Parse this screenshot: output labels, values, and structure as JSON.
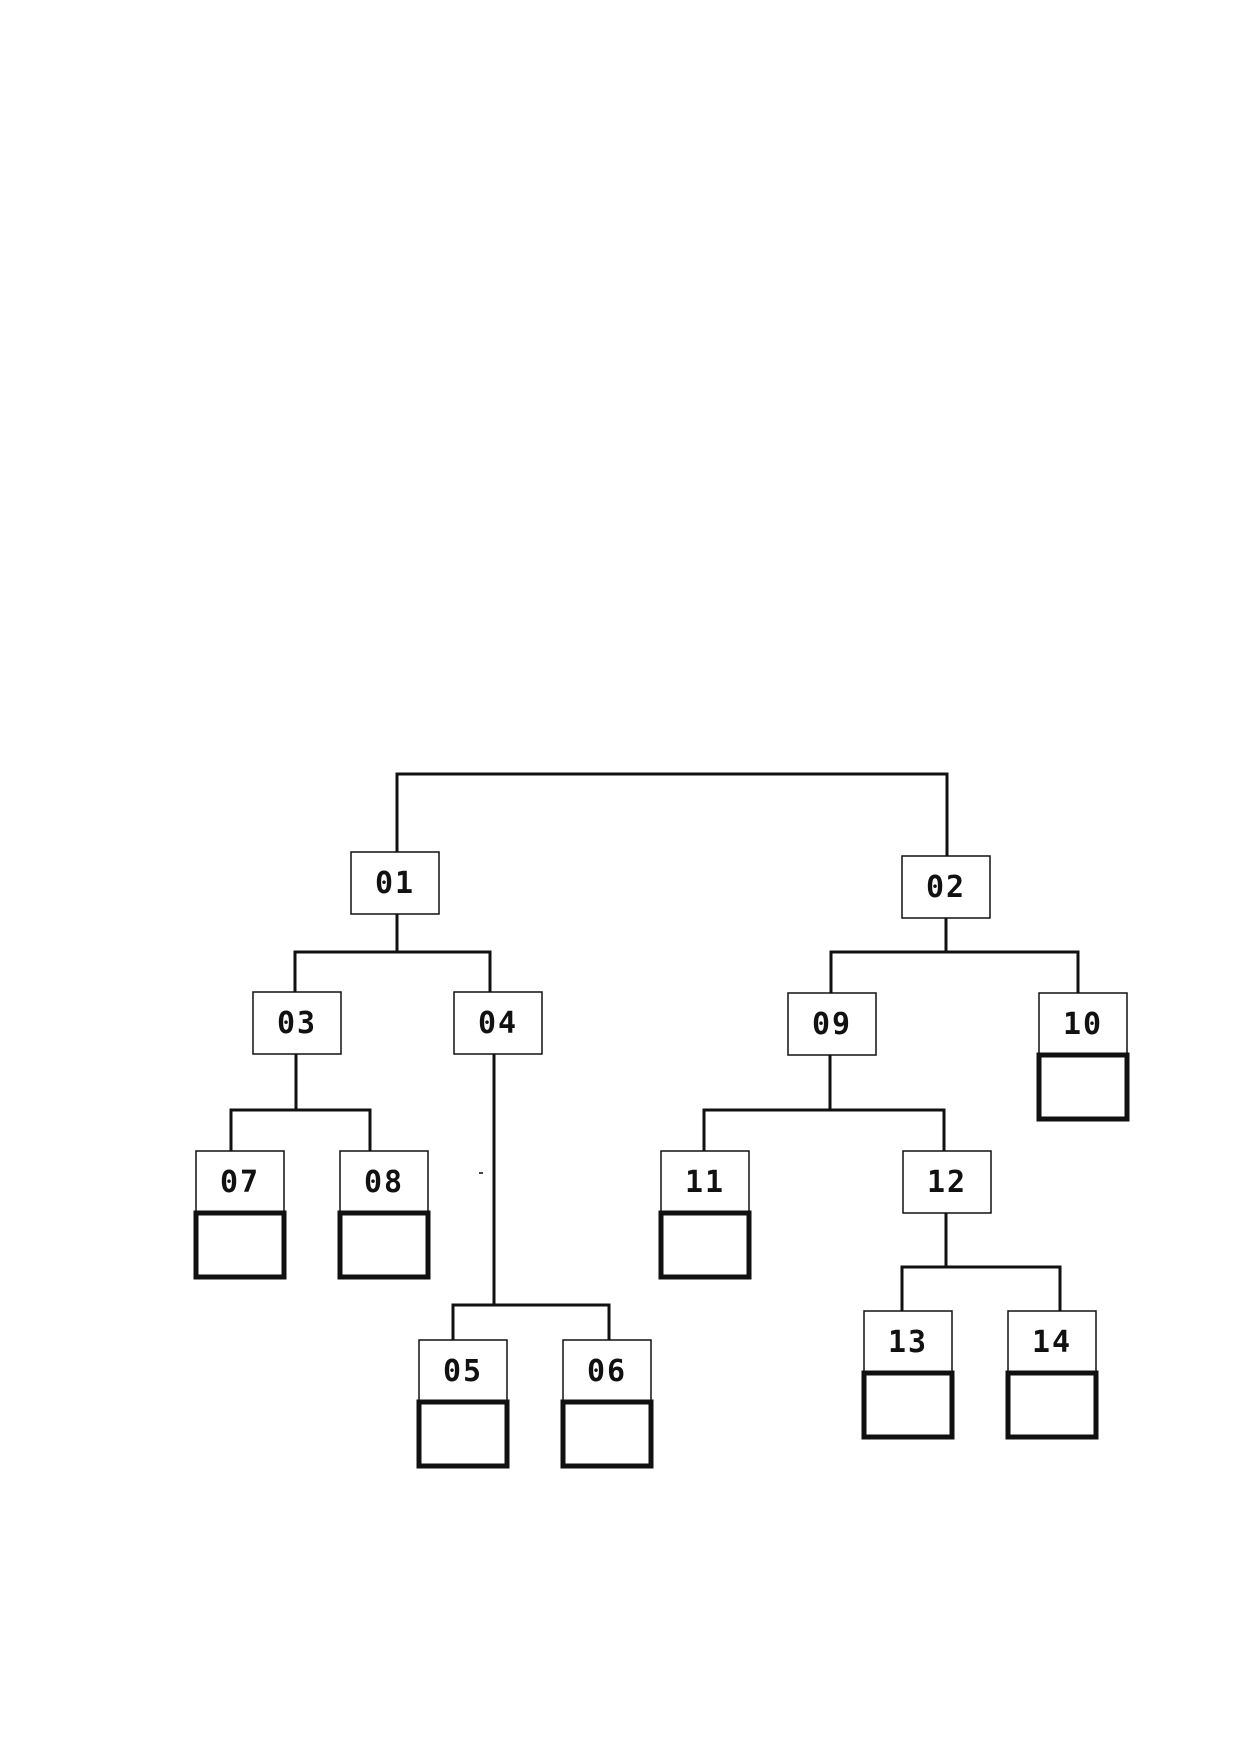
{
  "diagram": {
    "nodes": [
      {
        "id": "01",
        "label": "01",
        "has_empty_box": false
      },
      {
        "id": "02",
        "label": "02",
        "has_empty_box": false
      },
      {
        "id": "03",
        "label": "03",
        "has_empty_box": false
      },
      {
        "id": "04",
        "label": "04",
        "has_empty_box": false
      },
      {
        "id": "05",
        "label": "05",
        "has_empty_box": true
      },
      {
        "id": "06",
        "label": "06",
        "has_empty_box": true
      },
      {
        "id": "07",
        "label": "07",
        "has_empty_box": true
      },
      {
        "id": "08",
        "label": "08",
        "has_empty_box": true
      },
      {
        "id": "09",
        "label": "09",
        "has_empty_box": false
      },
      {
        "id": "10",
        "label": "10",
        "has_empty_box": true
      },
      {
        "id": "11",
        "label": "11",
        "has_empty_box": true
      },
      {
        "id": "12",
        "label": "12",
        "has_empty_box": false
      },
      {
        "id": "13",
        "label": "13",
        "has_empty_box": true
      },
      {
        "id": "14",
        "label": "14",
        "has_empty_box": true
      }
    ],
    "edges": [
      [
        "root",
        "01"
      ],
      [
        "root",
        "02"
      ],
      [
        "01",
        "03"
      ],
      [
        "01",
        "04"
      ],
      [
        "03",
        "07"
      ],
      [
        "03",
        "08"
      ],
      [
        "04",
        "05"
      ],
      [
        "04",
        "06"
      ],
      [
        "02",
        "09"
      ],
      [
        "02",
        "10"
      ],
      [
        "09",
        "11"
      ],
      [
        "09",
        "12"
      ],
      [
        "12",
        "13"
      ],
      [
        "12",
        "14"
      ]
    ],
    "colors": {
      "line": "#111111",
      "box_border": "#111111",
      "background": "#ffffff"
    }
  }
}
